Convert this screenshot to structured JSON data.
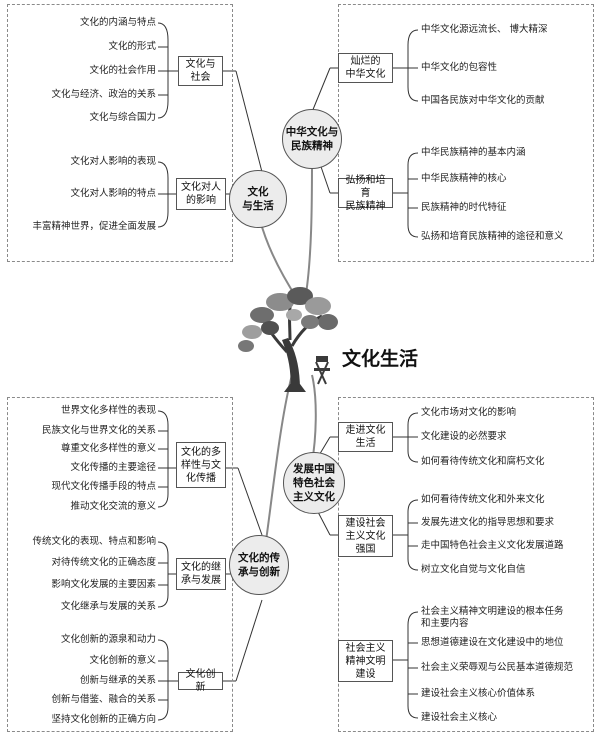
{
  "center": {
    "title": "文化生活"
  },
  "hubs": {
    "culture_life": "文化\n与生活",
    "chinese_culture": "中华文化与\n民族精神",
    "inheritance": "文化的传\n承与创新",
    "socialist": "发展中国\n特色社会\n主义文化"
  },
  "top_left": {
    "culture_society": {
      "label": "文化与\n社会",
      "items": [
        "文化的内涵与特点",
        "文化的形式",
        "文化的社会作用",
        "文化与经济、政治的关系",
        "文化与综合国力"
      ]
    },
    "culture_influence": {
      "label": "文化对人\n的影响",
      "items": [
        "文化对人影响的表现",
        "文化对人影响的特点",
        "丰富精神世界，促进全面发展"
      ]
    }
  },
  "top_right": {
    "brilliant": {
      "label": "灿烂的\n中华文化",
      "items": [
        "中华文化源远流长、 博大精深",
        "中华文化的包容性",
        "中国各民族对中华文化的贡献"
      ]
    },
    "spirit": {
      "label": "弘扬和培育\n民族精神",
      "items": [
        "中华民族精神的基本内涵",
        "中华民族精神的核心",
        "民族精神的时代特征",
        "弘扬和培育民族精神的途径和意义"
      ]
    }
  },
  "bottom_left": {
    "diversity": {
      "label": "文化的多\n样性与文\n化传播",
      "items": [
        "世界文化多样性的表现",
        "民族文化与世界文化的关系",
        "尊重文化多样性的意义",
        "文化传播的主要途径",
        "现代文化传播手段的特点",
        "推动文化交流的意义"
      ]
    },
    "inherit": {
      "label": "文化的继\n承与发展",
      "items": [
        "传统文化的表现、特点和影响",
        "对待传统文化的正确态度",
        "影响文化发展的主要因素",
        "文化继承与发展的关系"
      ]
    },
    "innovation": {
      "label": "文化创新",
      "items": [
        "文化创新的源泉和动力",
        "文化创新的意义",
        "创新与继承的关系",
        "创新与借鉴、融合的关系",
        "坚持文化创新的正确方向"
      ]
    }
  },
  "bottom_right": {
    "advanced": {
      "label": "走进文化\n生活",
      "items": [
        "文化市场对文化的影响",
        "文化建设的必然要求",
        "如何看待传统文化和腐朽文化"
      ]
    },
    "power": {
      "label": "建设社会\n主义文化\n强国",
      "items": [
        "如何看待传统文化和外来文化",
        "发展先进文化的指导思想和要求",
        "走中国特色社会主义文化发展道路",
        "树立文化自觉与文化自信"
      ]
    },
    "ethics": {
      "label": "社会主义\n精神文明\n建设",
      "items": [
        "社会主义精神文明建设的根本任务",
        "和主要内容",
        "思想道德建设在文化建设中的地位",
        "社会主义荣辱观与公民基本道德规范",
        "建设社会主义核心价值体系",
        "建设社会主义核心"
      ]
    }
  }
}
